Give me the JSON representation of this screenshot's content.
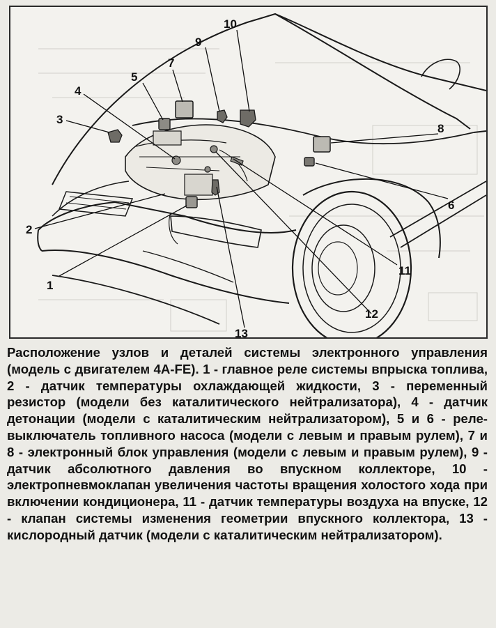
{
  "figure": {
    "callouts": [
      {
        "id": "1",
        "label": "1"
      },
      {
        "id": "2",
        "label": "2"
      },
      {
        "id": "3",
        "label": "3"
      },
      {
        "id": "4",
        "label": "4"
      },
      {
        "id": "5",
        "label": "5"
      },
      {
        "id": "6",
        "label": "6"
      },
      {
        "id": "7",
        "label": "7"
      },
      {
        "id": "8",
        "label": "8"
      },
      {
        "id": "9",
        "label": "9"
      },
      {
        "id": "10",
        "label": "10"
      },
      {
        "id": "11",
        "label": "11"
      },
      {
        "id": "12",
        "label": "12"
      },
      {
        "id": "13",
        "label": "13"
      }
    ]
  },
  "caption": {
    "text": "Расположение узлов и деталей системы электронного управления (модель с двигателем 4A-FE). 1 - главное реле системы впрыска топлива, 2 - датчик температуры охлаждающей жидкости, 3 - переменный резистор (модели без каталитического нейтрализатора), 4 - датчик детонации (модели с каталитическим нейтрализатором), 5 и 6 - реле-выключатель топливного насоса (модели с левым и правым рулем), 7 и 8 - электронный блок управления (модели с левым и правым рулем), 9 - датчик абсолютного давления во впускном коллекторе, 10 - электропневмоклапан увеличения частоты вращения холостого хода при включении кондиционера, 11 - датчик температуры воздуха на впуске, 12 - клапан системы изменения геометрии впускного коллектора, 13 - кислородный датчик (модели с каталитическим нейтрализатором)."
  }
}
